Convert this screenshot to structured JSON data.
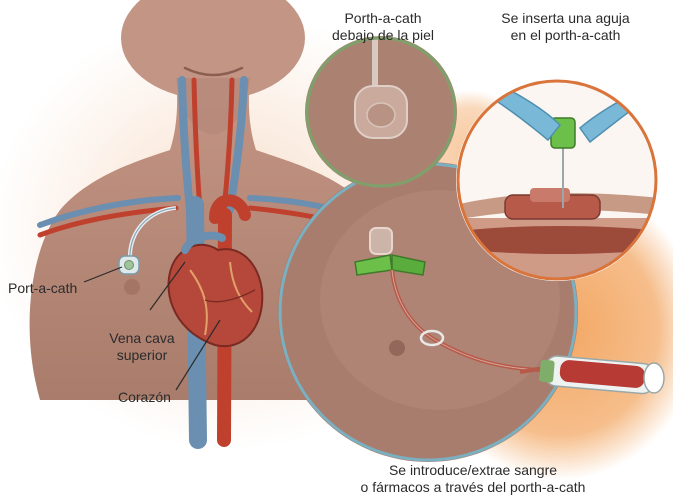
{
  "labels": {
    "porth_under_skin_line1": "Porth-a-cath",
    "porth_under_skin_line2": "debajo de la piel",
    "needle_line1": "Se inserta una aguja",
    "needle_line2": "en el porth-a-cath",
    "port_a_cath": "Port-a-cath",
    "vena_line1": "Vena cava",
    "vena_line2": "superior",
    "corazon": "Corazón",
    "bottom_line1": "Se introduce/extrae sangre",
    "bottom_line2": "o fármacos a través del porth-a-cath"
  },
  "colors": {
    "skin": "#b88a78",
    "skin_dark": "#9c7263",
    "background_wash": "#f6d9c2",
    "orange_wash": "#f2a25a",
    "circle_green": "#7fa06a",
    "circle_blue": "#7ab0c0",
    "circle_orange": "#d9743a",
    "vein_blue": "#6a8fb0",
    "artery_red": "#c0402e",
    "heart": "#b5483a",
    "glove": "#7ab8d8",
    "hub_green": "#6cc04a"
  }
}
